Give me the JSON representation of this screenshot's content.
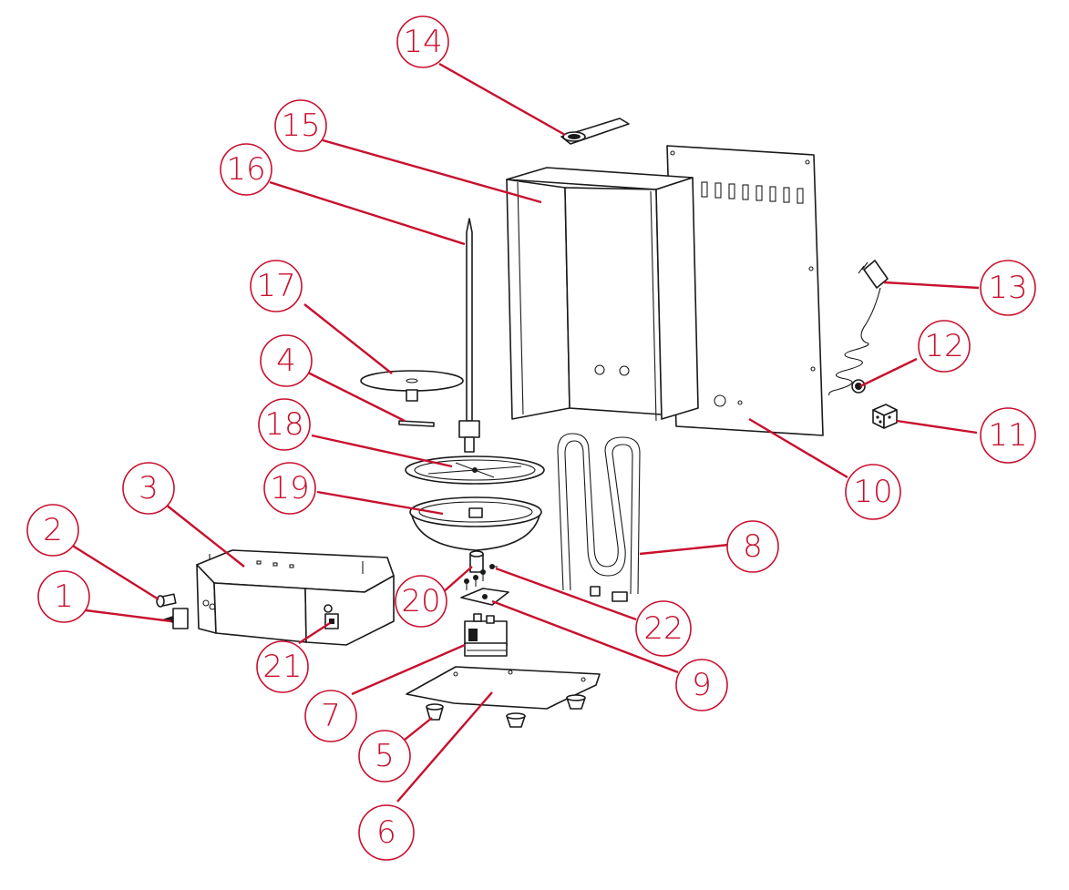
{
  "diagram": {
    "colors": {
      "line": "#1a1a1a",
      "callout": "#c8102e"
    },
    "callouts": [
      {
        "id": "c1",
        "label": "1"
      },
      {
        "id": "c2",
        "label": "2"
      },
      {
        "id": "c3",
        "label": "3"
      },
      {
        "id": "c4",
        "label": "4"
      },
      {
        "id": "c5",
        "label": "5"
      },
      {
        "id": "c6",
        "label": "6"
      },
      {
        "id": "c7",
        "label": "7"
      },
      {
        "id": "c8",
        "label": "8"
      },
      {
        "id": "c9",
        "label": "9"
      },
      {
        "id": "c10",
        "label": "10"
      },
      {
        "id": "c11",
        "label": "11"
      },
      {
        "id": "c12",
        "label": "12"
      },
      {
        "id": "c13",
        "label": "13"
      },
      {
        "id": "c14",
        "label": "14"
      },
      {
        "id": "c15",
        "label": "15"
      },
      {
        "id": "c16",
        "label": "16"
      },
      {
        "id": "c17",
        "label": "17"
      },
      {
        "id": "c18",
        "label": "18"
      },
      {
        "id": "c19",
        "label": "19"
      },
      {
        "id": "c20",
        "label": "20"
      },
      {
        "id": "c21",
        "label": "21"
      },
      {
        "id": "c22",
        "label": "22"
      }
    ]
  }
}
